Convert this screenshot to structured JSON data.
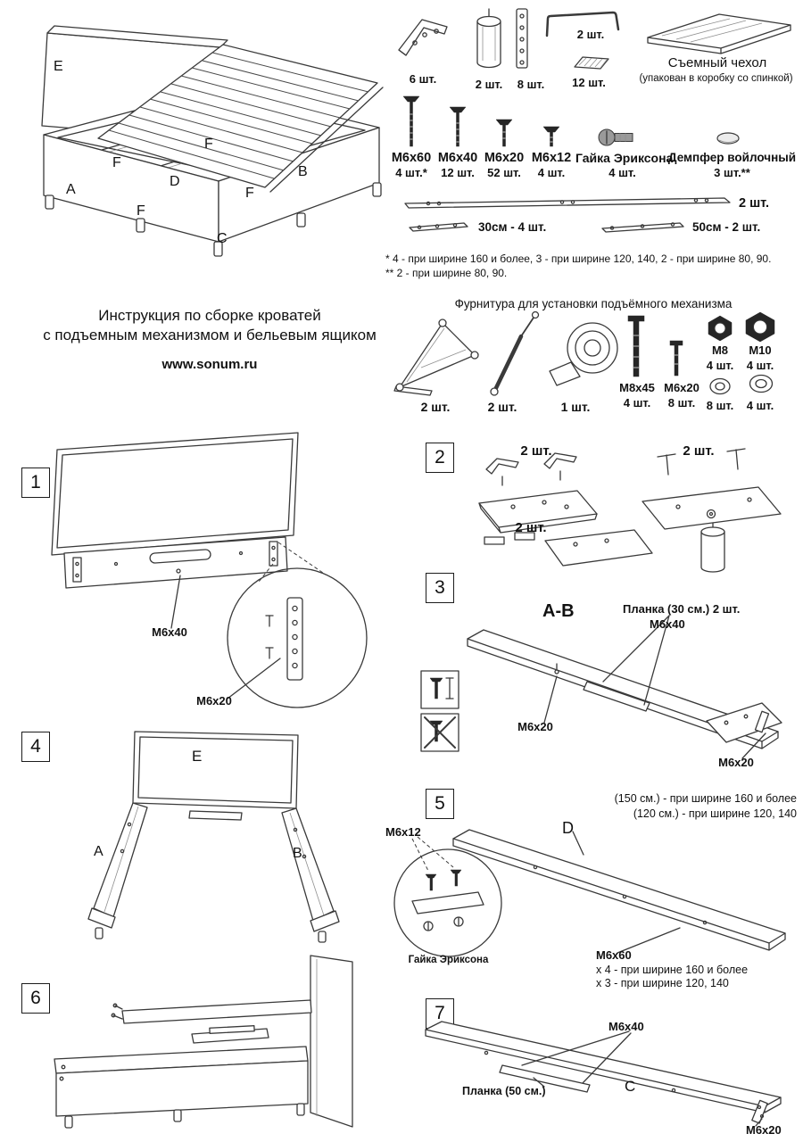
{
  "doc": {
    "title_line1": "Инструкция по сборке кроватей",
    "title_line2": "с подъемным механизмом и бельевым ящиком",
    "website": "www.sonum.ru"
  },
  "overview": {
    "e": "E",
    "f1": "F",
    "f2": "F",
    "f3": "F",
    "f4": "F",
    "d": "D",
    "b": "B",
    "a": "A",
    "c": "C"
  },
  "parts": {
    "bracket_qty": "6 шт.",
    "leg_qty": "2 шт.",
    "plate_qty": "8 шт.",
    "handle_qty": "2 шт.",
    "wedge_qty": "12 шт.",
    "cover_title": "Съемный чехол",
    "cover_note": "(упакован в коробку со спинкой)",
    "bolt1_label": "М6х60",
    "bolt1_qty": "4 шт.*",
    "bolt2_label": "М6х40",
    "bolt2_qty": "12 шт.",
    "bolt3_label": "М6х20",
    "bolt3_qty": "52 шт.",
    "bolt4_label": "М6х12",
    "bolt4_qty": "4 шт.",
    "erikson_label": "Гайка Эриксона",
    "erikson_qty": "4 шт.",
    "damper_label": "Демпфер войлочный",
    "damper_qty": "3 шт.**",
    "long_rail_qty": "2 шт.",
    "rail30_label": "30см - 4 шт.",
    "rail50_label": "50см - 2 шт.",
    "footnote1": "* 4 - при ширине 160 и более, 3 - при ширине 120, 140, 2 - при ширине 80, 90.",
    "footnote2": "** 2 - при ширине 80, 90."
  },
  "lift": {
    "title": "Фурнитура для установки подъёмного механизма",
    "mech_qty": "2 шт.",
    "strut_qty": "2 шт.",
    "strap_qty": "1 шт.",
    "m8x45_label": "М8х45",
    "m8x45_qty": "4 шт.",
    "m6x20_label": "М6х20",
    "m6x20_qty": "8 шт.",
    "m8_label": "М8",
    "m8_qty": "4 шт.",
    "m10_label": "М10",
    "m10_qty": "4 шт.",
    "washer8_qty": "8 шт.",
    "washer4_qty": "4 шт."
  },
  "steps": {
    "s1": {
      "num": "1",
      "m6x40": "М6х40",
      "m6x20": "М6х20"
    },
    "s2": {
      "num": "2",
      "qty_left": "2 шт.",
      "qty_right": "2 шт.",
      "qty_mid": "2 шт."
    },
    "s3": {
      "num": "3",
      "heading": "А-В",
      "plank": "Планка (30 см.) 2 шт.",
      "m6x40": "М6х40",
      "m6x20_mid": "М6х20",
      "m6x20_end": "М6х20"
    },
    "s4": {
      "num": "4",
      "e": "Е",
      "a": "А",
      "b": "В"
    },
    "s5": {
      "num": "5",
      "note1": "(150 см.) - при ширине 160 и более",
      "note2": "(120 см.) - при ширине 120, 140",
      "d": "D",
      "m6x12": "М6х12",
      "erikson": "Гайка Эриксона",
      "m6x60": "М6х60",
      "m6x60_note1": "х 4 - при ширине 160 и более",
      "m6x60_note2": "х 3 - при ширине 120, 140"
    },
    "s6": {
      "num": "6"
    },
    "s7": {
      "num": "7",
      "m6x40": "М6х40",
      "plank": "Планка (50 см.)",
      "c": "С",
      "m6x20": "М6х20"
    }
  }
}
